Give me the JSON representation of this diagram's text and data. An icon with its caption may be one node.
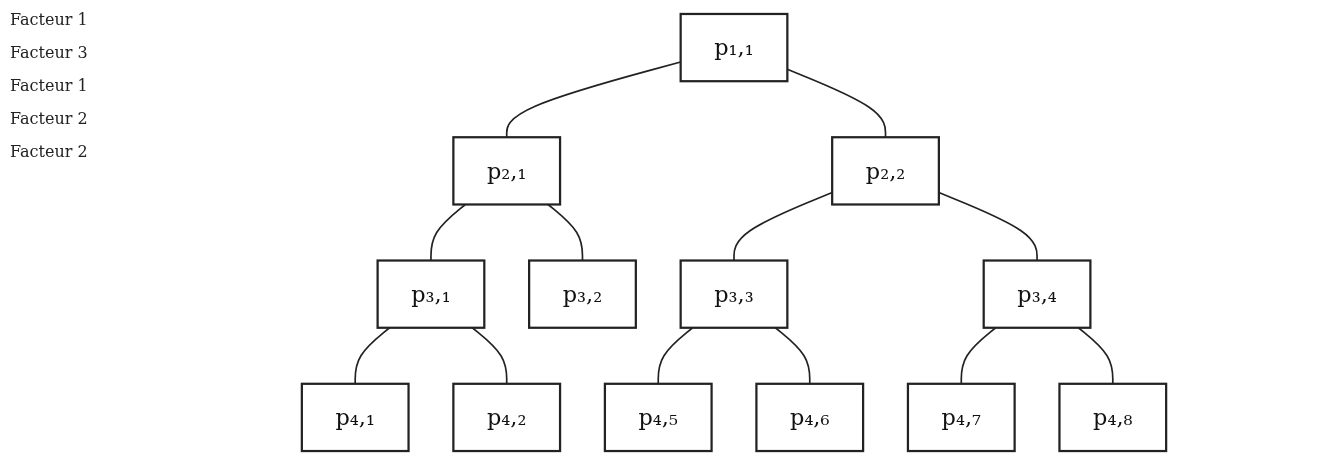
{
  "diagram": {
    "nodes": [
      {
        "text": [
          "p₁,₁"
        ]
      },
      {
        "text": [
          "p₂,₁"
        ]
      },
      {
        "text": [
          "p₂,₂"
        ]
      },
      {
        "text": [
          "p₃,₁"
        ]
      },
      {
        "text": [
          "p₃,₂"
        ]
      },
      {
        "text": [
          "p₃,₃"
        ]
      },
      {
        "text": [
          "p₃,₄"
        ]
      },
      {
        "text": [
          "p₄,₁"
        ]
      },
      {
        "text": [
          "p₄,₂"
        ]
      },
      {
        "text": [
          "p₄,₅"
        ]
      },
      {
        "text": [
          "p₄,₆"
        ]
      },
      {
        "text": [
          "p₄,₇"
        ]
      },
      {
        "text": [
          "p₄,₈"
        ]
      }
    ],
    "edges": [
      {
        "from": 0,
        "to": 1,
        "arrow": "none"
      },
      {
        "from": 0,
        "to": 2,
        "arrow": "none"
      },
      {
        "from": 1,
        "to": 3,
        "arrow": "none"
      },
      {
        "from": 1,
        "to": 4,
        "arrow": "none"
      },
      {
        "from": 2,
        "to": 5,
        "arrow": "none"
      },
      {
        "from": 2,
        "to": 6,
        "arrow": "none"
      },
      {
        "from": 3,
        "to": 7,
        "arrow": "none"
      },
      {
        "from": 3,
        "to": 8,
        "arrow": "none"
      },
      {
        "from": 5,
        "to": 9,
        "arrow": "none"
      },
      {
        "from": 5,
        "to": 10,
        "arrow": "none"
      },
      {
        "from": 6,
        "to": 11,
        "arrow": "none"
      },
      {
        "from": 6,
        "to": 12,
        "arrow": "none"
      }
    ],
    "labels": [
      "Facteur 1",
      "Facteur 3",
      "Facteur 1",
      "Facteur 2",
      "Facteur 2"
    ]
  }
}
